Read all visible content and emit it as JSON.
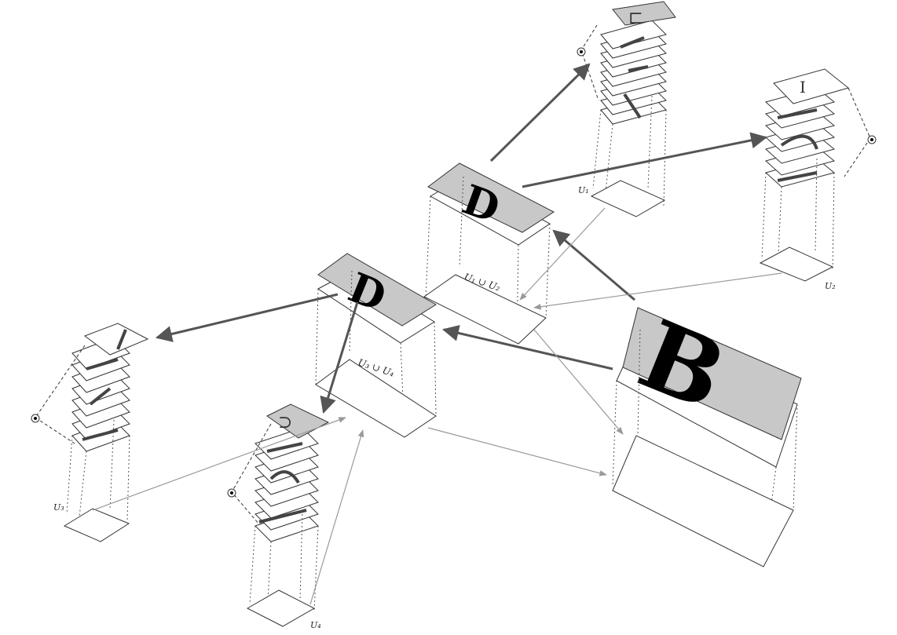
{
  "diagram": {
    "patches": [
      {
        "key": "u1",
        "label": "U₁"
      },
      {
        "key": "u2",
        "label": "U₂"
      },
      {
        "key": "u3",
        "label": "U₃"
      },
      {
        "key": "u4",
        "label": "U₄"
      },
      {
        "key": "u12",
        "label": "U₁ ∪ U₂"
      },
      {
        "key": "u34",
        "label": "U₃ ∪ U₄"
      }
    ],
    "glyphs": {
      "merged_top": "D",
      "merged_left": "D",
      "final": "B"
    },
    "colors": {
      "card_fill": "#c8c8c8",
      "arrow_dark": "#555555",
      "arrow_light": "#999999",
      "outline": "#333333"
    }
  }
}
